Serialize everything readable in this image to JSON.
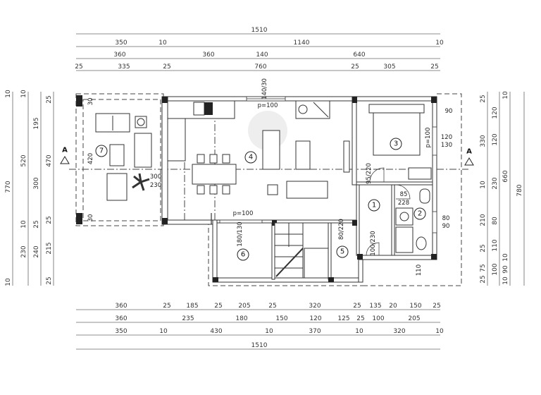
{
  "dimensions": {
    "top": [
      [
        "1510"
      ],
      [
        "350",
        "10",
        "1140",
        "10"
      ],
      [
        "360",
        "360",
        "140",
        "640"
      ],
      [
        "25",
        "335",
        "25",
        "760",
        "25",
        "305",
        "25"
      ]
    ],
    "bottom": [
      [
        "360",
        "25",
        "185",
        "25",
        "205",
        "25",
        "320",
        "25",
        "135",
        "20",
        "150",
        "25"
      ],
      [
        "360",
        "235",
        "180",
        "150",
        "120",
        "125",
        "25",
        "100",
        "205"
      ],
      [
        "350",
        "10",
        "430",
        "10",
        "370",
        "10",
        "320",
        "10"
      ],
      [
        "1510"
      ]
    ],
    "left": [
      [
        "10",
        "770",
        "10"
      ],
      [
        "10",
        "520",
        "10",
        "230"
      ],
      [
        "195",
        "300",
        "25",
        "240"
      ],
      [
        "25",
        "470",
        "25",
        "215",
        "25"
      ]
    ],
    "right": [
      [
        "25",
        "330",
        "10",
        "210",
        "25",
        "75",
        "25"
      ],
      [
        "120",
        "120",
        "230",
        "80",
        "110",
        "100"
      ],
      [
        "10",
        "660",
        "10",
        "90",
        "10"
      ],
      [
        "780"
      ]
    ]
  },
  "rooms": [
    "1",
    "2",
    "3",
    "4",
    "5",
    "6",
    "7"
  ],
  "annotations": {
    "window_top": "140/30",
    "sill_top": "p=100",
    "terrace_depth": "420",
    "door_terrace_w": "300",
    "door_terrace_h": "230",
    "sill_bottom": "p=100",
    "window_6": "180/130",
    "door_3": "95/220",
    "sill_3": "p=100",
    "window_3_w": "120",
    "window_3_h": "130",
    "offset_3": "90",
    "door_2_w": "85",
    "door_2_h": "228",
    "window_2_w": "80",
    "window_2_h": "90",
    "door_1": "100/230",
    "offset_1": "110",
    "door_5": "80/220",
    "corner_top": "30",
    "corner_bottom": "30"
  },
  "section_marker": "A",
  "colors": {
    "line": "#333333",
    "column": "#222222",
    "paper": "#ffffff"
  }
}
